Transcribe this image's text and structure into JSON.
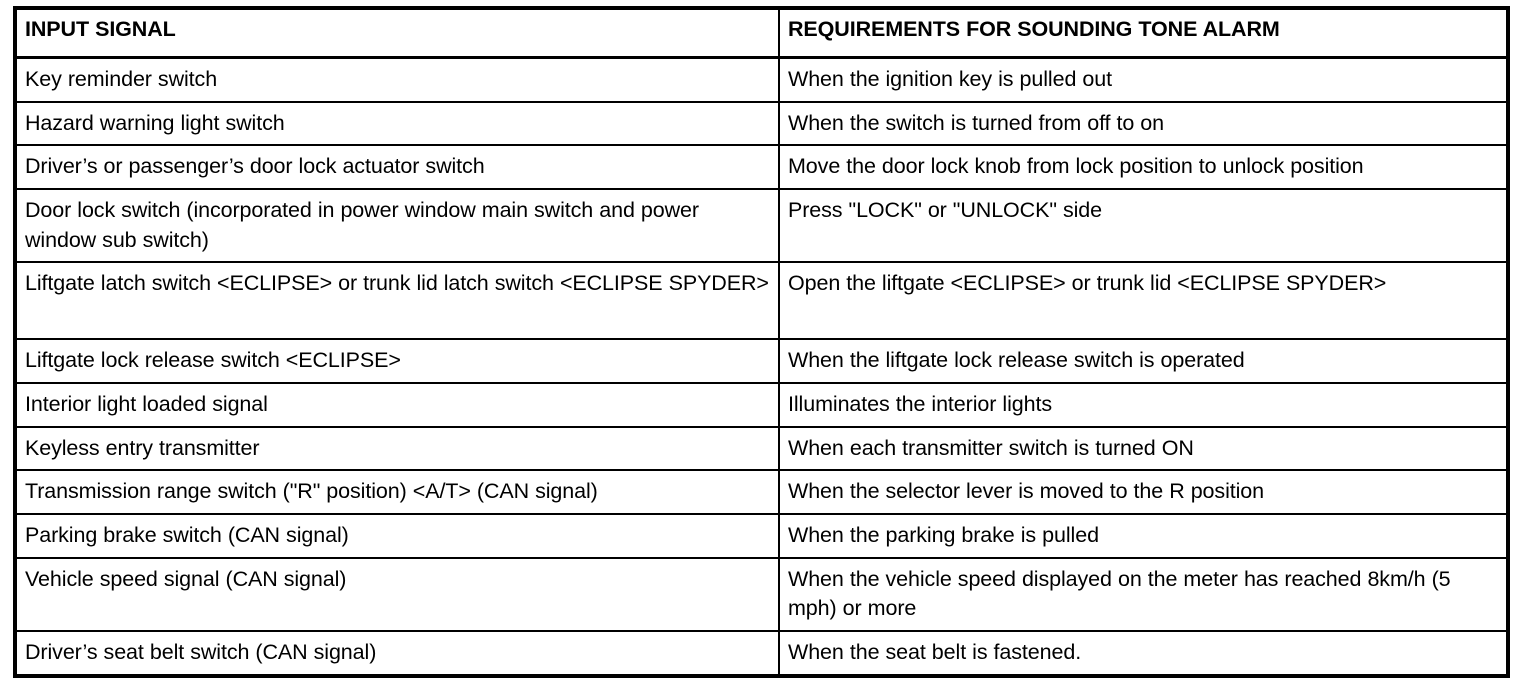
{
  "table": {
    "headers": {
      "signal": "INPUT SIGNAL",
      "requirement": "REQUIREMENTS FOR SOUNDING TONE ALARM"
    },
    "rows": [
      {
        "signal": "Key reminder switch",
        "requirement": "When the ignition key is pulled out"
      },
      {
        "signal": "Hazard warning light switch",
        "requirement": "When the switch is turned from off to on"
      },
      {
        "signal": "Driver’s or passenger’s door lock actuator switch",
        "requirement": "Move the door lock knob from lock position to unlock position"
      },
      {
        "signal": "Door lock switch (incorporated in power window main switch and power window sub switch)",
        "requirement": "Press \"LOCK\" or \"UNLOCK\" side"
      },
      {
        "signal": "Liftgate latch switch <ECLIPSE> or trunk lid latch switch <ECLIPSE SPYDER>",
        "requirement": "Open the liftgate <ECLIPSE> or trunk lid <ECLIPSE SPYDER>"
      },
      {
        "signal": "Liftgate lock release switch <ECLIPSE>",
        "requirement": "When the liftgate lock release switch is operated"
      },
      {
        "signal": "Interior light loaded signal",
        "requirement": "Illuminates the interior lights"
      },
      {
        "signal": "Keyless entry transmitter",
        "requirement": "When each transmitter switch is turned ON"
      },
      {
        "signal": "Transmission range switch (\"R\" position) <A/T> (CAN signal)",
        "requirement": "When the selector lever is moved to the R position"
      },
      {
        "signal": "Parking brake switch (CAN signal)",
        "requirement": "When the parking brake is pulled"
      },
      {
        "signal": "Vehicle speed signal (CAN signal)",
        "requirement": "When the vehicle speed displayed on the meter has reached 8km/h (5 mph) or more"
      },
      {
        "signal": "Driver’s seat belt switch (CAN signal)",
        "requirement": "When the seat belt is fastened."
      }
    ]
  },
  "colors": {
    "border": "#000000",
    "text": "#000000",
    "background": "#ffffff"
  }
}
